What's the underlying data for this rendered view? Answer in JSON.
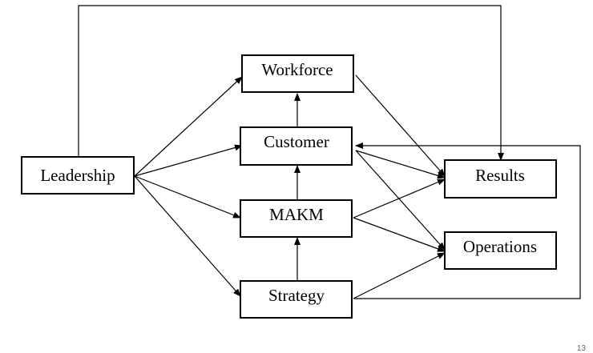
{
  "nodes": {
    "leadership": "Leadership",
    "workforce": "Workforce",
    "customer": "Customer",
    "makm": "MAKM",
    "strategy": "Strategy",
    "results": "Results",
    "operations": "Operations"
  },
  "edges": [
    {
      "from": "leadership",
      "to": "results"
    },
    {
      "from": "leadership",
      "to": "workforce"
    },
    {
      "from": "leadership",
      "to": "customer"
    },
    {
      "from": "leadership",
      "to": "makm"
    },
    {
      "from": "leadership",
      "to": "strategy"
    },
    {
      "from": "customer",
      "to": "workforce"
    },
    {
      "from": "makm",
      "to": "customer"
    },
    {
      "from": "strategy",
      "to": "makm"
    },
    {
      "from": "workforce",
      "to": "results"
    },
    {
      "from": "customer",
      "to": "results"
    },
    {
      "from": "customer",
      "to": "operations"
    },
    {
      "from": "makm",
      "to": "results"
    },
    {
      "from": "makm",
      "to": "operations"
    },
    {
      "from": "strategy",
      "to": "operations"
    },
    {
      "from": "strategy",
      "to": "customer"
    }
  ],
  "page_number": "13"
}
